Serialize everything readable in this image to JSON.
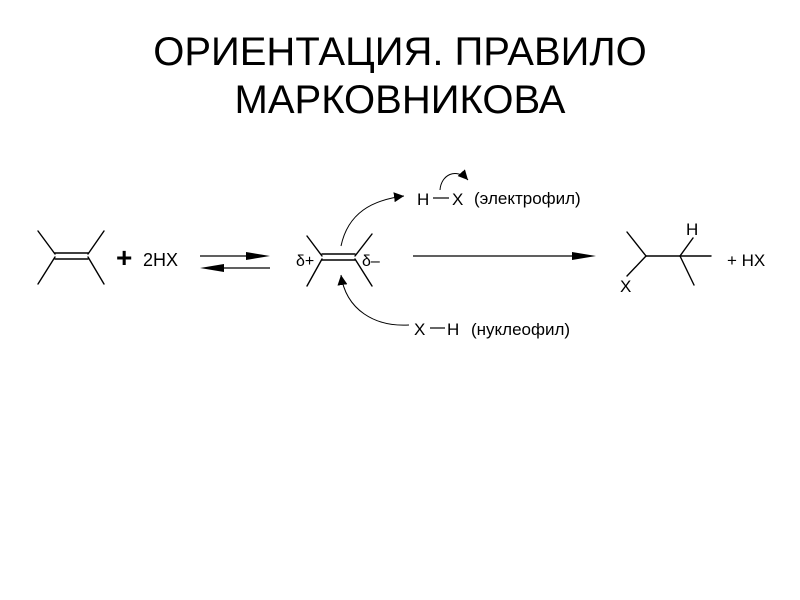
{
  "title": {
    "line1": "ОРИЕНТАЦИЯ. ПРАВИЛО",
    "line2": "МАРКОВНИКОВА"
  },
  "reaction": {
    "plus": "+",
    "reagent": "2HX",
    "delta_plus": "δ+",
    "delta_minus": "δ–",
    "electrophile_formula": {
      "left": "H",
      "right": "X"
    },
    "electrophile_label": "(электрофил)",
    "nucleophile_formula": {
      "left": "X",
      "right": "H"
    },
    "nucleophile_label": "(нуклеофил)",
    "product_h": "H",
    "product_x": "X",
    "byproduct": "+ HX"
  },
  "colors": {
    "ink": "#000000",
    "background": "#ffffff"
  }
}
